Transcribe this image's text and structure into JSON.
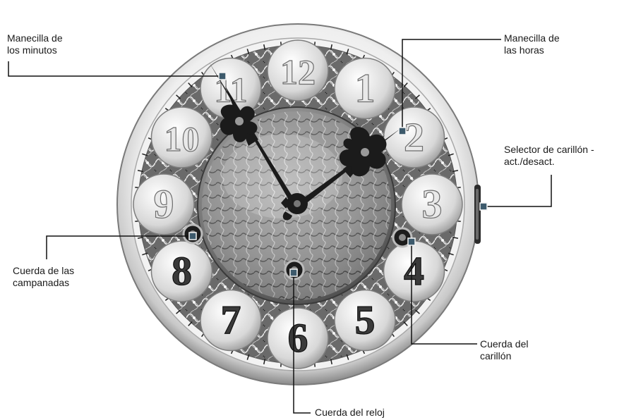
{
  "figure": {
    "numerals": [
      "12",
      "1",
      "2",
      "3",
      "4",
      "5",
      "6",
      "7",
      "8",
      "9",
      "10",
      "11"
    ],
    "callouts": {
      "minute_hand": {
        "line1": "Manecilla de",
        "line2": "los minutos"
      },
      "hour_hand": {
        "line1": "Manecilla de",
        "line2": "las horas"
      },
      "chime_selector": {
        "line1": "Selector de carillón -",
        "line2": "act./desact."
      },
      "strike_winding": {
        "line1": "Cuerda de las",
        "line2": "campanadas"
      },
      "chime_winding": {
        "line1": "Cuerda del",
        "line2": "carillón"
      },
      "clock_winding": {
        "line1": "Cuerda del reloj"
      }
    }
  },
  "colors": {
    "marker": "#3d5a6c",
    "leader": "#111111",
    "dial_ring": "#d9d9d9",
    "numeral": "#e9e9e9",
    "hands": "#1b1b1b"
  }
}
